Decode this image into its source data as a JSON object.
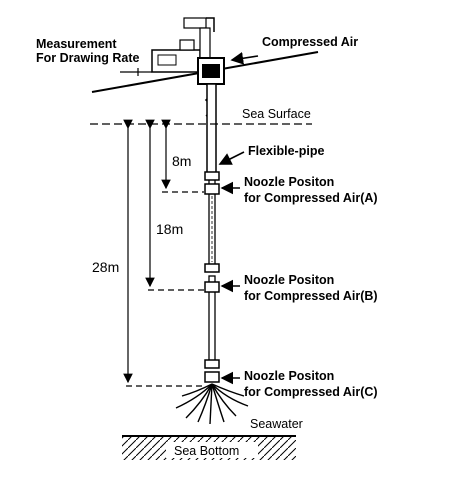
{
  "labels": {
    "measurement_line1": "Measurement",
    "measurement_line2": "For Drawing Rate",
    "compressed_air": "Compressed Air",
    "sea_surface": "Sea Surface",
    "flexible_pipe": "Flexible-pipe",
    "nozzle_a_line1": "Noozle Positon",
    "nozzle_a_line2": "for Compressed Air(A)",
    "nozzle_b_line1": "Noozle Positon",
    "nozzle_b_line2": "for Compressed Air(B)",
    "nozzle_c_line1": "Noozle Positon",
    "nozzle_c_line2": "for Compressed Air(C)",
    "seawater": "Seawater",
    "sea_bottom": "Sea Bottom"
  },
  "depths": {
    "a": "8m",
    "b": "18m",
    "c": "28m"
  }
}
